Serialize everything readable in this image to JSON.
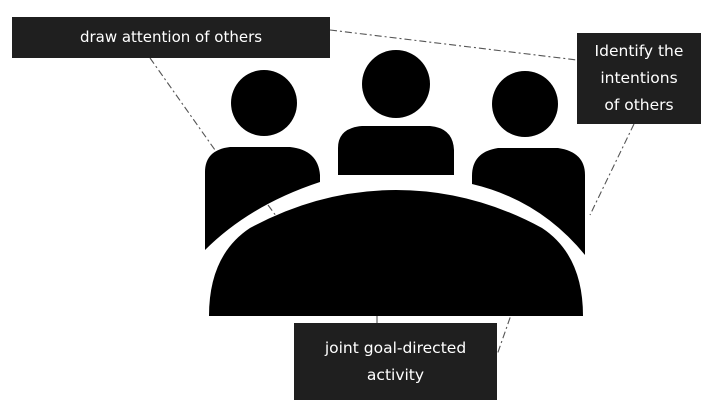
{
  "colors": {
    "background": "#ffffff",
    "figure": "#000000",
    "label_fill": "#1f1f1f",
    "label_text": "#ffffff",
    "connector": "#555555"
  },
  "icons": {
    "people": [
      "person-icon",
      "person-icon",
      "person-icon"
    ],
    "table": "table-icon"
  },
  "labels": {
    "draw_attention": [
      "draw attention of others"
    ],
    "identify_intentions": [
      "Identify the",
      "intentions",
      "of others"
    ],
    "joint_activity": [
      "joint goal-directed",
      "activity"
    ]
  }
}
